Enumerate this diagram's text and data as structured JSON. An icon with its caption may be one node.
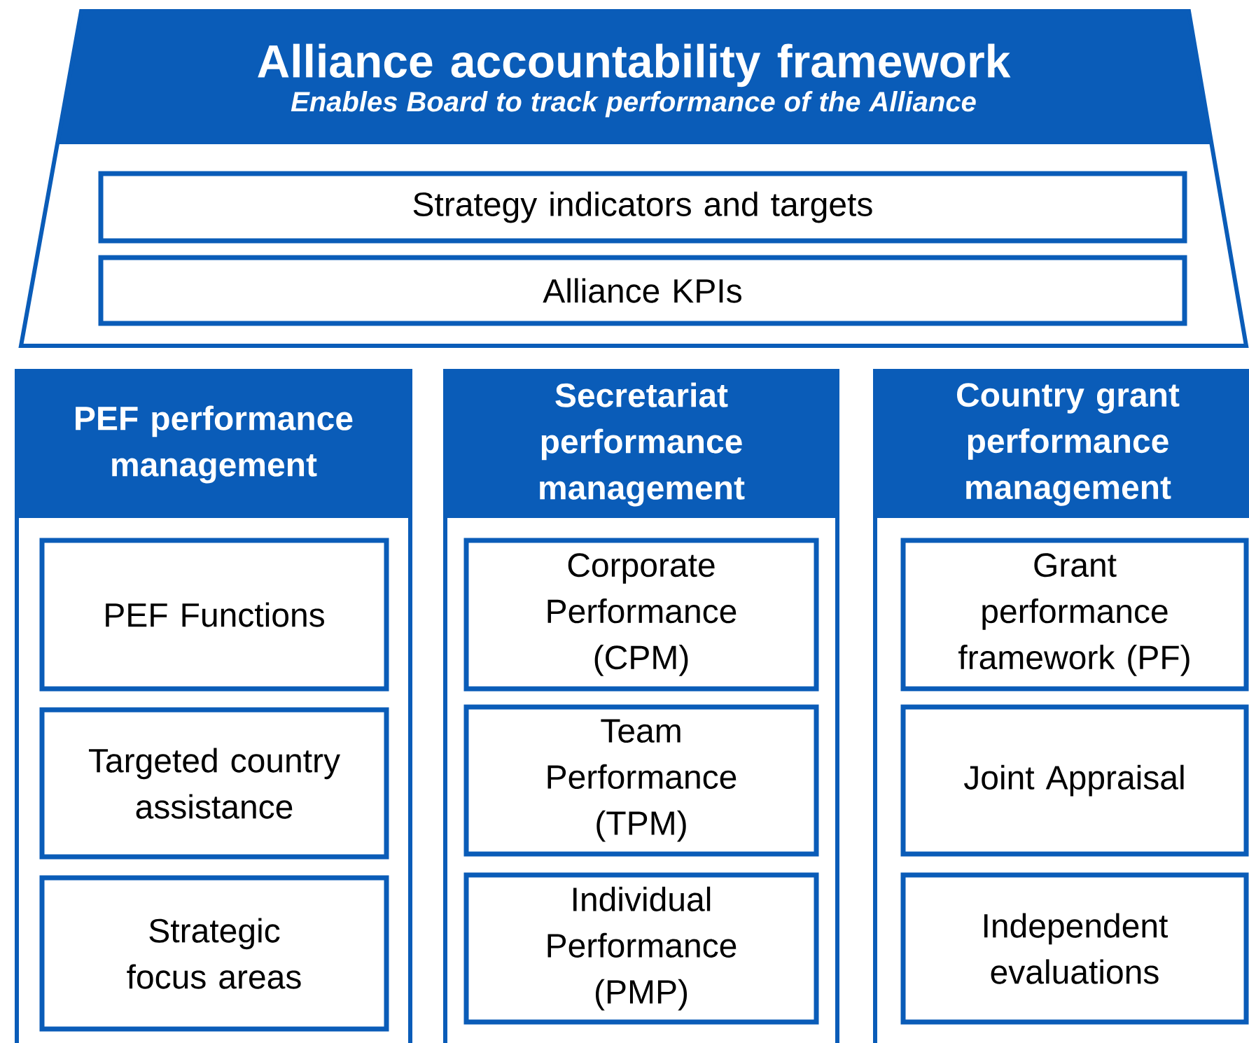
{
  "diagram": {
    "nodes": [
      {
        "text": [
          "Alliance accountability framework",
          "Enables Board to track performance of the Alliance"
        ]
      },
      {
        "text": [
          "Strategy indicators and targets"
        ],
        "in": 0
      },
      {
        "text": [
          "Alliance KPIs"
        ],
        "in": 0
      },
      {
        "text": [
          "PEF performance management"
        ]
      },
      {
        "text": [
          "PEF Functions"
        ],
        "in": 3
      },
      {
        "text": [
          "Targeted country assistance"
        ],
        "in": 3
      },
      {
        "text": [
          "Strategic focus areas"
        ],
        "in": 3
      },
      {
        "text": [
          "Secretariat performance management"
        ]
      },
      {
        "text": [
          "Corporate Performance (CPM)"
        ],
        "in": 7
      },
      {
        "text": [
          "Team Performance (TPM)"
        ],
        "in": 7
      },
      {
        "text": [
          "Individual Performance (PMP)"
        ],
        "in": 7
      },
      {
        "text": [
          "Country grant performance management"
        ]
      },
      {
        "text": [
          "Grant performance framework (PF)"
        ],
        "in": 11
      },
      {
        "text": [
          "Joint Appraisal"
        ],
        "in": 11
      },
      {
        "text": [
          "Independent evaluations"
        ],
        "in": 11
      }
    ],
    "edges": []
  }
}
